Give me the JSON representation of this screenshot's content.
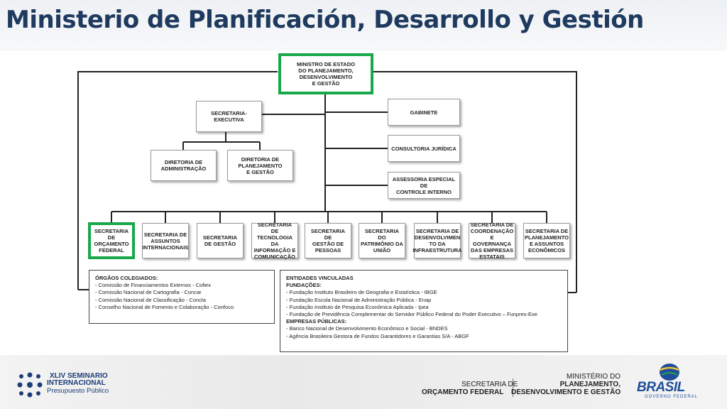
{
  "page": {
    "title": "Ministerio de Planificación, Desarrollo y Gestión"
  },
  "org": {
    "minister": "MINISTRO DE ESTADO\nDO PLANEJAMENTO,\nDESENVOLVIMENTO\nE GESTÃO",
    "exec": "SECRETARIA-\nEXECUTIVA",
    "dir_admin": "DIRETORIA DE\nADMINISTRAÇÃO",
    "dir_plan": "DIRETORIA DE\nPLANEJAMENTO\nE GESTÃO",
    "gabinete": "GABINETE",
    "consultoria": "CONSULTORIA JURÍDICA",
    "assessoria": "ASSESSORIA ESPECIAL DE\nCONTROLE INTERNO",
    "secretariats": [
      {
        "label": "SECRETARIA DE\nORÇAMENTO\nFEDERAL",
        "highlight": true
      },
      {
        "label": "SECRETARIA DE\nASSUNTOS\nINTERNACIONAIS",
        "highlight": false
      },
      {
        "label": "SECRETARIA\nDE GESTÃO",
        "highlight": false
      },
      {
        "label": "SECRETARIA DE\nTECNOLOGIA DA\nINFORMAÇÃO E\nCOMUNICAÇÃO",
        "highlight": false
      },
      {
        "label": "SECRETARIA DE\nGESTÃO DE\nPESSOAS",
        "highlight": false
      },
      {
        "label": "SECRETARIA DO\nPATRIMÔNIO DA\nUNIÃO",
        "highlight": false
      },
      {
        "label": "SECRETARIA DE\nDESENVOLVIMEN\nTO DA\nINFRAESTRUTURA",
        "highlight": false
      },
      {
        "label": "SECRETARIA DE\nCOORDENAÇÃO\nE GOVERNANÇA\nDAS EMPRESAS\nESTATAIS",
        "highlight": false
      },
      {
        "label": "SECRETARIA DE\nPLANEJAMENTO\nE ASSUNTOS\nECONÔMICOS",
        "highlight": false
      }
    ]
  },
  "colegiados": {
    "heading": "ÓRGÃOS COLEGIADOS:",
    "items": [
      "- Comissão de Financiamentos Externos - Cofiex",
      "- Comissão Nacional de Cartografia - Concar",
      "- Comissão Nacional de Classificação - Concla",
      "- Conselho Nacional de  Fomento e Colaboração - Confoco"
    ]
  },
  "vinculadas": {
    "heading": "ENTIDADES VINCULADAS",
    "fund_heading": "FUNDAÇÕES:",
    "fundacoes": [
      "- Fundação Instituto Brasileiro de Geografia e Estatística - IBGE",
      "- Fundação Escola Nacional de Administração Pública - Enap",
      "- Fundação Instituto de Pesquisa Econômica Aplicada - Ipea",
      "- Fundação de Previdência Complementar do Servidor Público Federal do Poder Executivo – Funpres-Exe"
    ],
    "emp_heading": "EMPRESAS PÚBLICAS:",
    "empresas": [
      "- Banco Nacional de Desenvolvimento Econômico e Social - BNDES",
      "- Agência Brasileira Gestora de Fundos Garantidores e Garantias S/A - ABGF"
    ]
  },
  "footer": {
    "seminar_line1": "XLIV SEMINARIO",
    "seminar_line2": "INTERNACIONAL",
    "seminar_line3": "Presupuesto Público",
    "sof_line1": "SECRETARIA DE",
    "sof_line2": "ORÇAMENTO FEDERAL",
    "min_line1": "MINISTÉRIO DO",
    "min_line2": "PLANEJAMENTO,",
    "min_line3": "DESENVOLVIMENTO E GESTÃO",
    "brasil": "BRASIL",
    "brasil_sub": "GOVERNO FEDERAL"
  },
  "colors": {
    "title": "#1f3a5f",
    "highlight": "#18a84a",
    "brand_blue": "#1f4f9a"
  }
}
